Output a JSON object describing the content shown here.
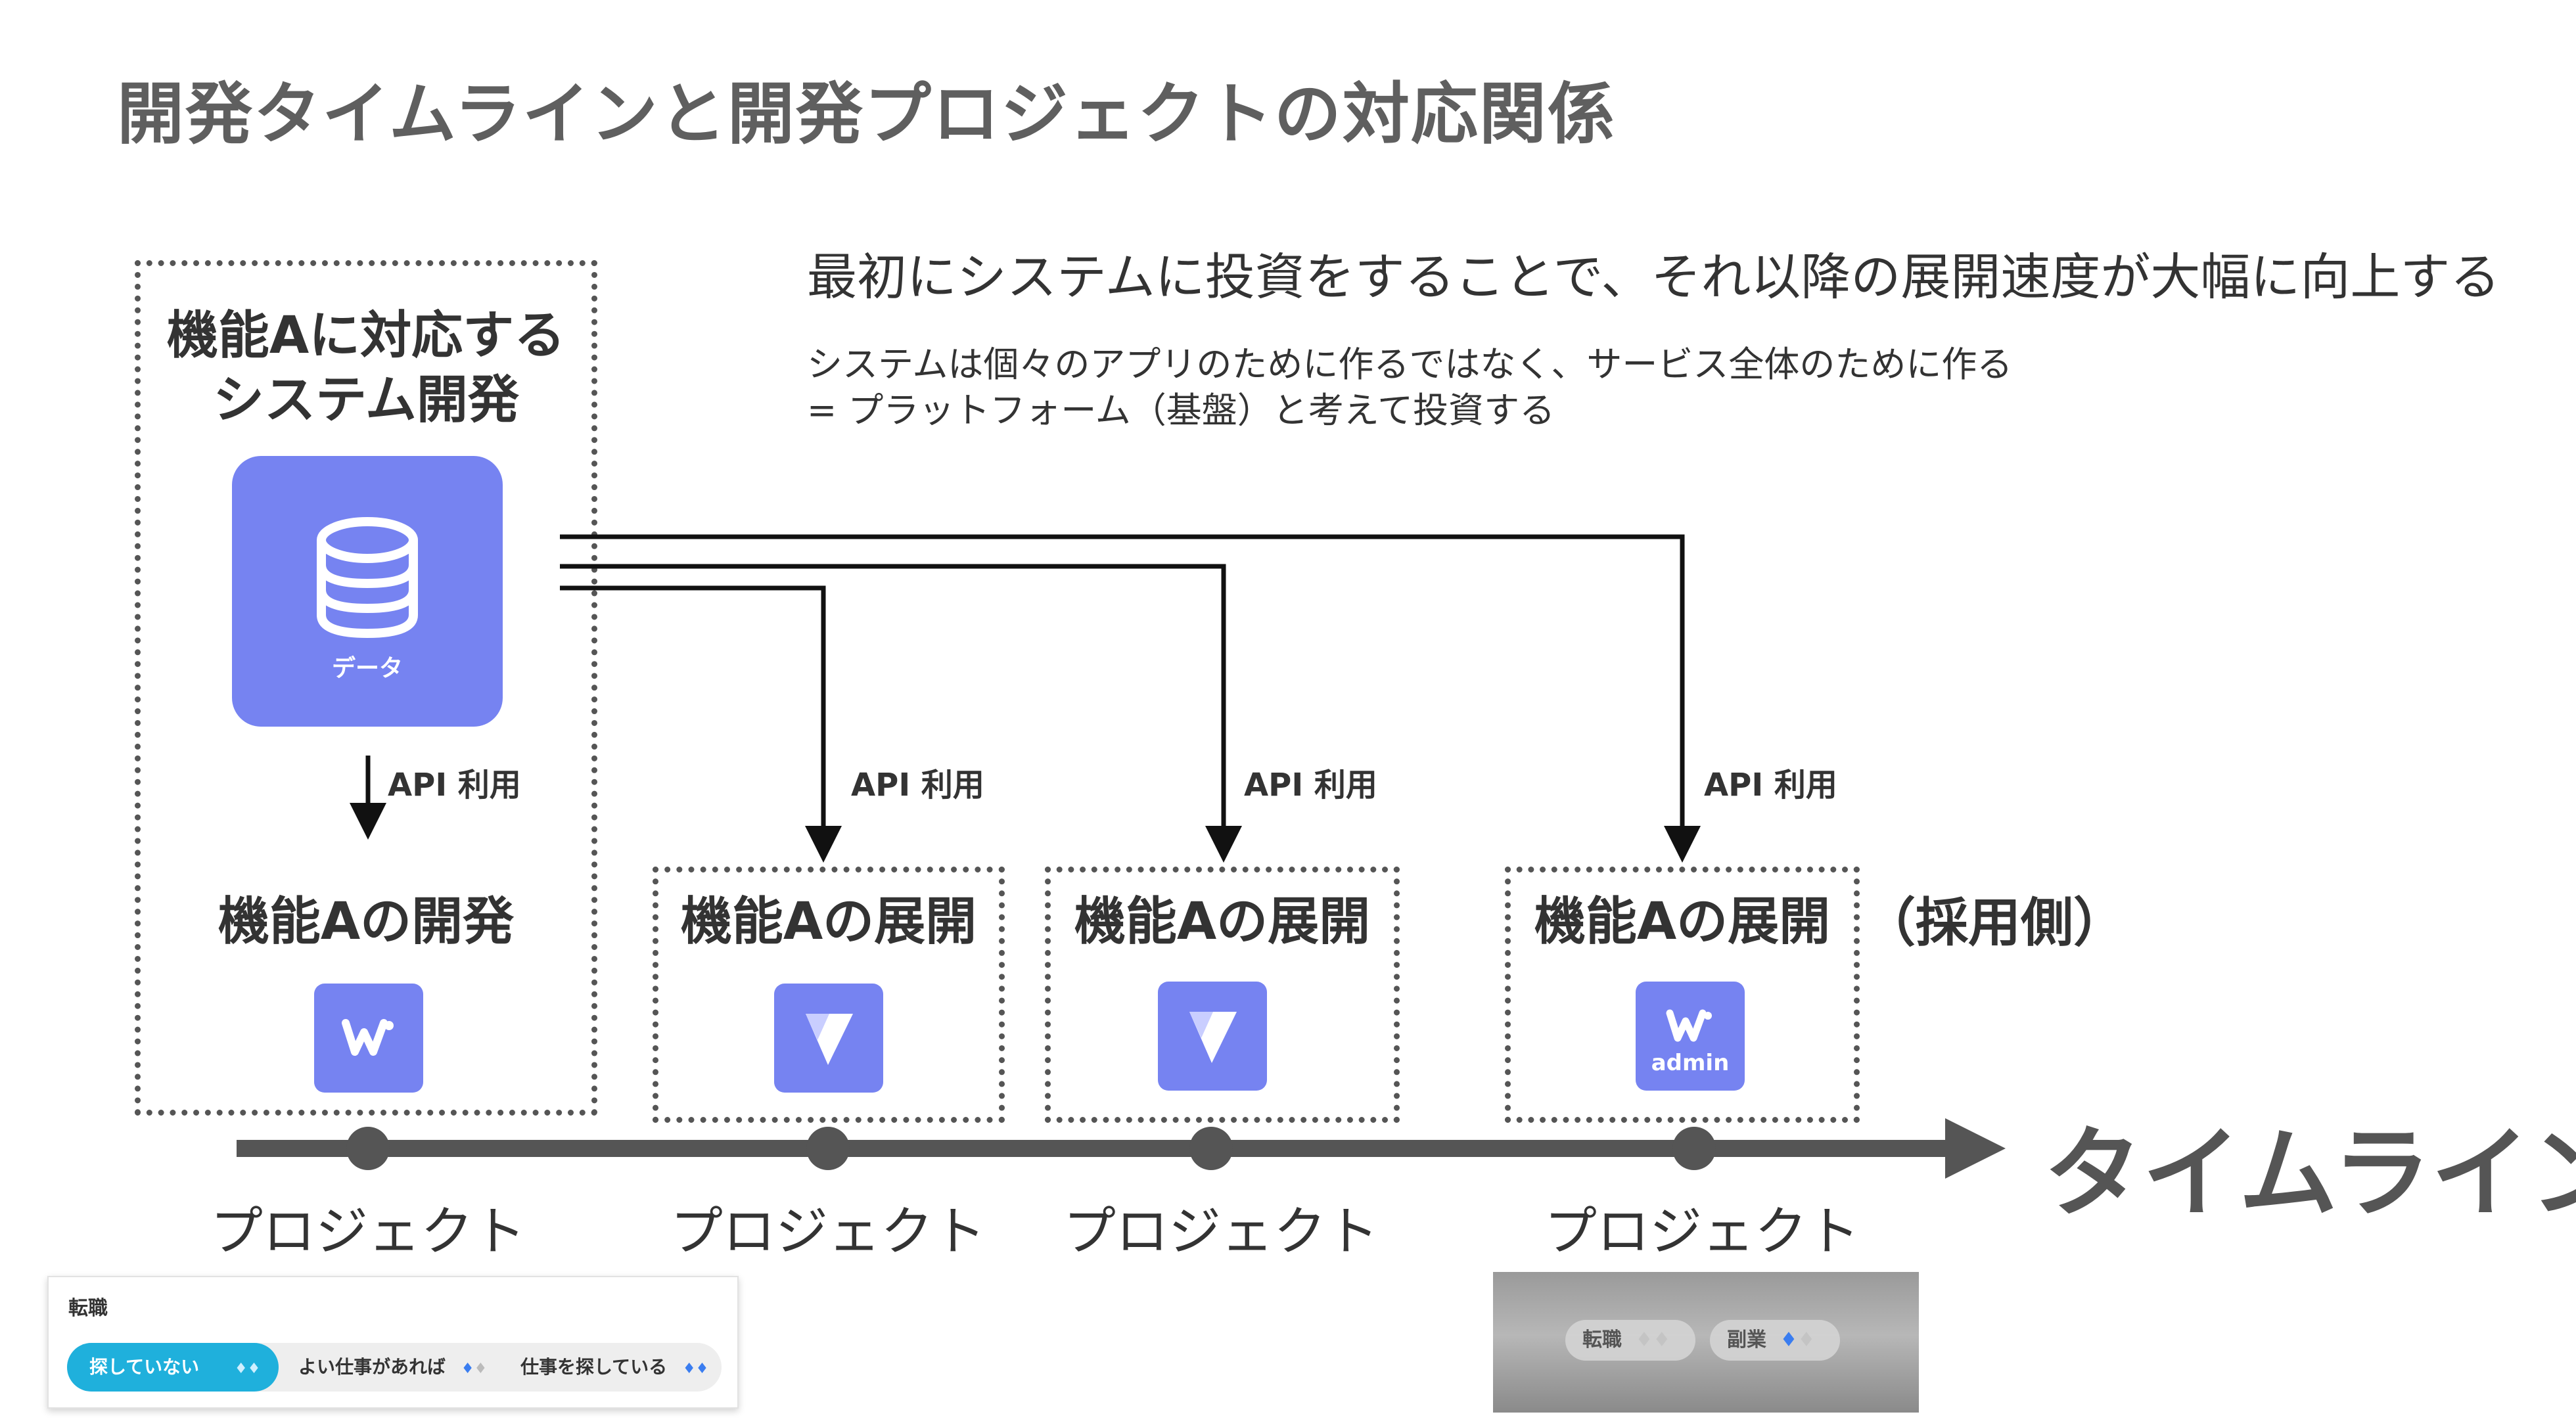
{
  "title": "開発タイムラインと開発プロジェクトの対応関係",
  "headline": "最初にシステムに投資をすることで、それ以降の展開速度が大幅に向上する",
  "sub_lines": [
    "システムは個々のアプリのために作るではなく、サービス全体のために作る",
    "= プラットフォーム（基盤）と考えて投資する"
  ],
  "system_box": {
    "title_line1": "機能Aに対応する",
    "title_line2": "システム開発",
    "data_label": "データ",
    "api_label": "API 利用",
    "dev_title": "機能Aの開発",
    "icon": "w-logo-icon"
  },
  "deploy_boxes": [
    {
      "title": "機能Aの展開",
      "api_label": "API 利用",
      "icon": "play-triangle-icon"
    },
    {
      "title": "機能Aの展開",
      "api_label": "API 利用",
      "icon": "play-triangle-icon"
    },
    {
      "title": "機能Aの展開",
      "api_label": "API 利用",
      "icon": "w-admin-icon",
      "icon_text": "admin"
    }
  ],
  "adopt_suffix": "（採用側）",
  "timeline": {
    "label": "タイムライン",
    "projects": [
      "プロジェクト",
      "プロジェクト",
      "プロジェクト",
      "プロジェクト"
    ]
  },
  "card_left": {
    "title": "転職",
    "options": [
      "探していない",
      "よい仕事があれば",
      "仕事を探している"
    ],
    "selected": "探していない"
  },
  "card_right": {
    "pills": [
      "転職",
      "副業"
    ]
  },
  "colors": {
    "accent_purple": "#7683f1",
    "selected_cyan": "#1fb0dc",
    "flame_blue": "#3a7df0",
    "title_gray": "#5f5f5f"
  }
}
